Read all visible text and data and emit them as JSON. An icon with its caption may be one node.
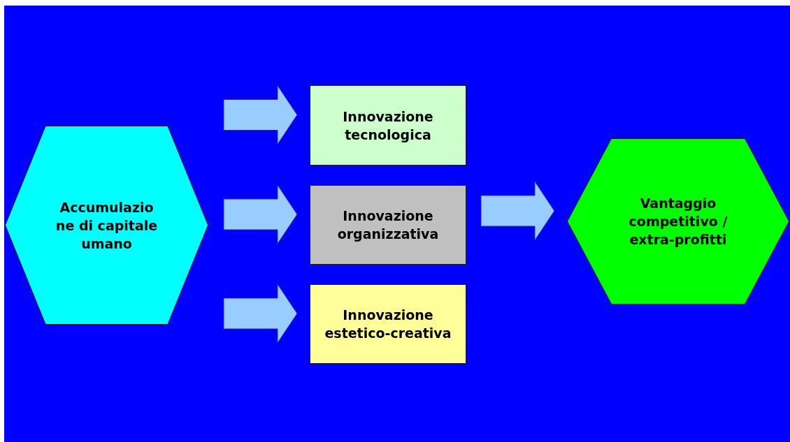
{
  "diagram": {
    "nodes": [
      {
        "text": [
          "Accumulazio ne di capitale umano"
        ]
      },
      {
        "text": [
          "Innovazione tecnologica"
        ]
      },
      {
        "text": [
          "Innovazione organizzativa"
        ]
      },
      {
        "text": [
          "Innovazione estetico-creativa"
        ]
      },
      {
        "text": [
          "Vantaggio competitivo / extra-profitti"
        ]
      }
    ],
    "edges": [
      {
        "from": 0,
        "to": 1,
        "arrow": "to"
      },
      {
        "from": 0,
        "to": 2,
        "arrow": "to"
      },
      {
        "from": 0,
        "to": 3,
        "arrow": "to"
      },
      {
        "from": 2,
        "to": 4,
        "arrow": "to"
      }
    ]
  }
}
